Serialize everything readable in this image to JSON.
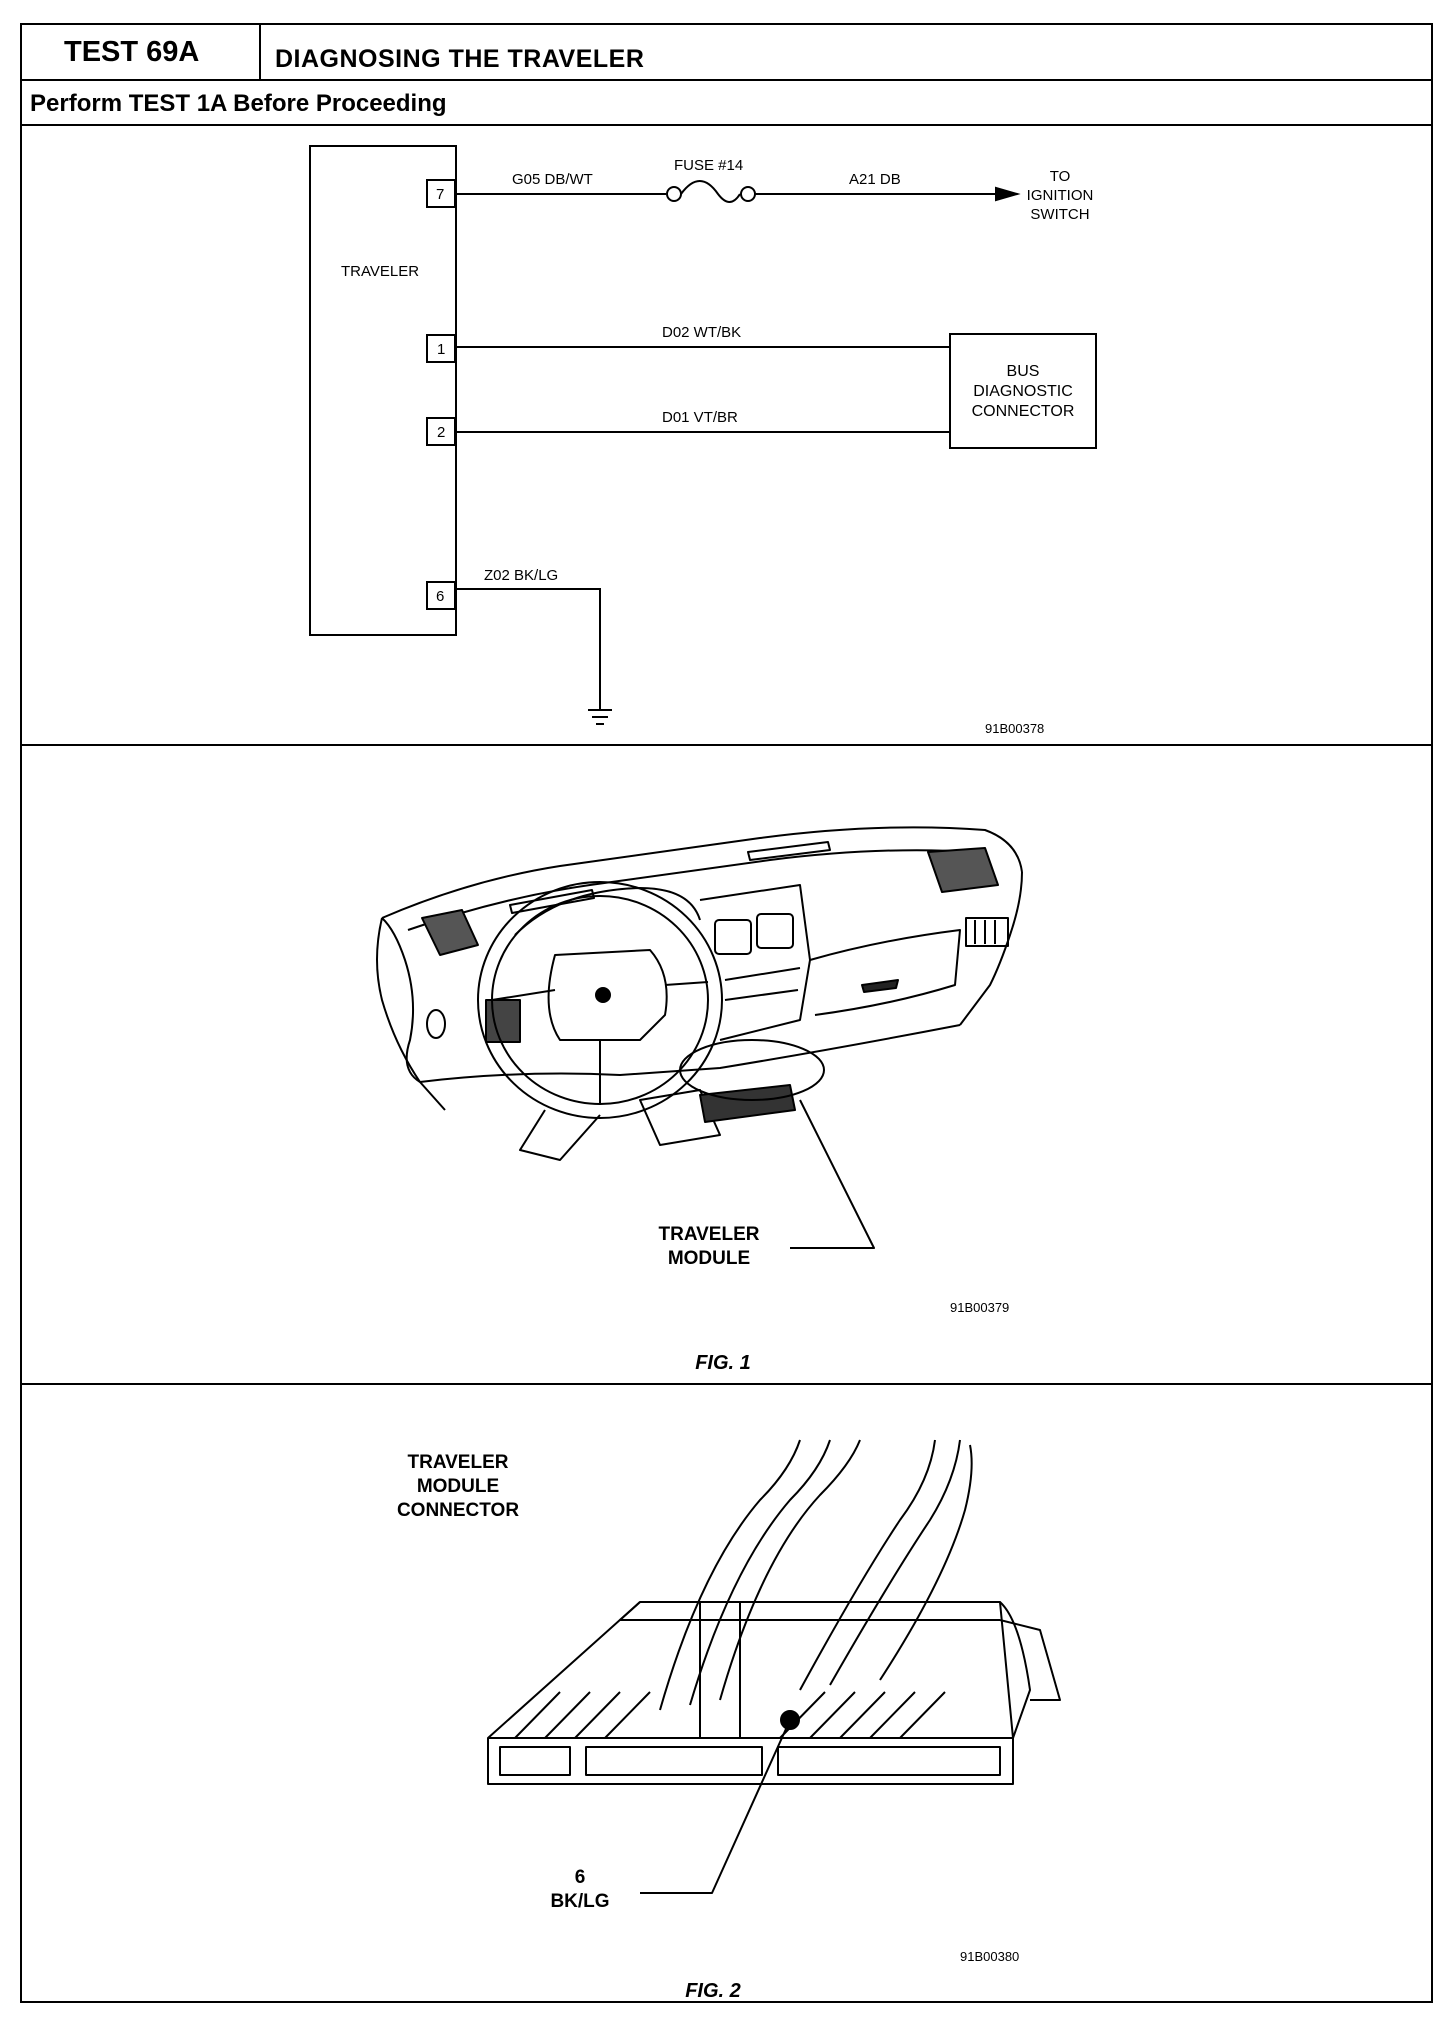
{
  "header": {
    "test_label": "TEST 69A",
    "title": "DIAGNOSING THE TRAVELER",
    "subtitle": "Perform TEST 1A Before Proceeding"
  },
  "schematic": {
    "module_label": "TRAVELER",
    "pins": [
      "7",
      "1",
      "2",
      "6"
    ],
    "wire_g05": "G05 DB/WT",
    "fuse": "FUSE #14",
    "wire_a21": "A21 DB",
    "to_ignition": [
      "TO",
      "IGNITION",
      "SWITCH"
    ],
    "wire_d02": "D02 WT/BK",
    "wire_d01": "D01 VT/BR",
    "bus_connector": [
      "BUS",
      "DIAGNOSTIC",
      "CONNECTOR"
    ],
    "wire_z02": "Z02 BK/LG",
    "figure_code": "91B00378"
  },
  "figure1": {
    "callout": [
      "TRAVELER",
      "MODULE"
    ],
    "figure_code": "91B00379",
    "caption": "FIG. 1"
  },
  "figure2": {
    "title": [
      "TRAVELER",
      "MODULE",
      "CONNECTOR"
    ],
    "pin_label": [
      "6",
      "BK/LG"
    ],
    "figure_code": "91B00380",
    "caption": "FIG. 2"
  }
}
